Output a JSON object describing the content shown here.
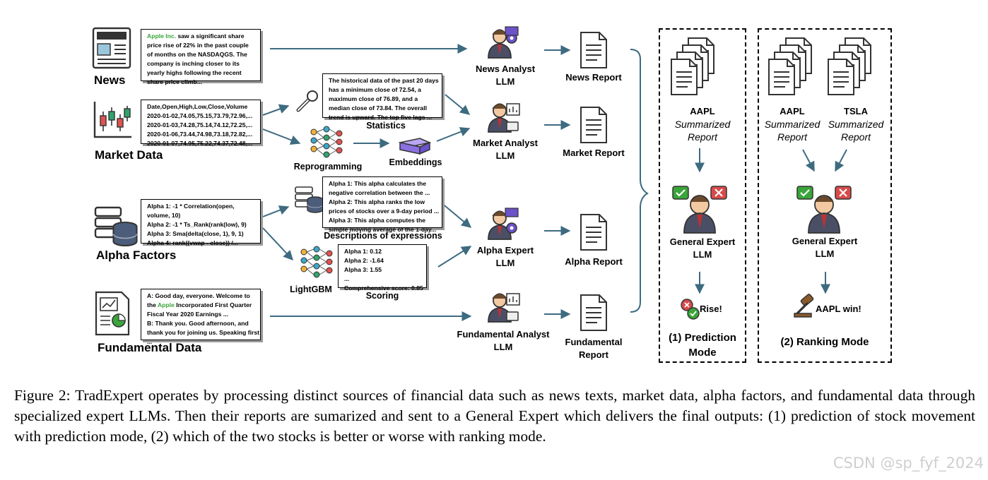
{
  "sources": {
    "news": "News",
    "market": "Market Data",
    "alpha": "Alpha Factors",
    "fundamental": "Fundamental Data"
  },
  "news_box": {
    "company": "Apple Inc.",
    "line1_rest": " saw a significant share",
    "lines": [
      "price rise of 22% in the past couple",
      "of months on the NASDAQGS. The",
      "company is inching closer to its",
      "yearly highs following the recent",
      "share price climb..."
    ]
  },
  "market_box": {
    "lines": [
      "Date,Open,High,Low,Close,Volume",
      "2020-01-02,74.05,75.15,73.79,72.96,...",
      "2020-01-03,74.28,75.14,74.12,72.25,...",
      "2020-01-06,73.44,74.98,73.18,72.82,...",
      "2020-01-07,74.95,75.22,74.37,72.48,..."
    ]
  },
  "alpha_box": {
    "lines": [
      "Alpha 1: -1 * Correlation(open,",
      "volume, 10)",
      "Alpha 2: -1 * Ts_Rank(rank(low), 9)",
      "Alpha 3: Sma(delta(close, 1), 9, 1)",
      "Alpha 4: rank((vwap - close)) /..."
    ]
  },
  "fundamental_box": {
    "line1": "A: Good day, everyone. Welcome to",
    "line2_pre": "the ",
    "line2_company": "Apple",
    "line2_post": " Incorporated First Quarter",
    "lines": [
      "Fiscal Year 2020 Earnings ...",
      "B: Thank you. Good afternoon, and",
      "thank you for joining us. Speaking first",
      "..."
    ]
  },
  "statistics_box": {
    "lines": [
      "The historical data of the past 20 days",
      "has a minimum close of 72.54, a",
      "maximum close of 76.89, and a",
      "median close of 73.84. The overall",
      "trend is upward. The top five lags ..."
    ],
    "caption": "Statistics"
  },
  "descriptions_box": {
    "lines": [
      "Alpha 1: This alpha calculates the",
      "negative correlation between the ...",
      "Alpha 2: This alpha ranks the low",
      "prices of stocks over a 9-day period ...",
      "Alpha 3: This alpha computes the",
      "simple moving average of the 1-day..."
    ],
    "caption": "Descriptions of expressions"
  },
  "scoring_box": {
    "lines": [
      "Alpha 1: 0.12",
      "Alpha 2: -1.64",
      "Alpha 3: 1.55",
      "...",
      "Comprehensive score: 0.85"
    ],
    "caption": "Scoring"
  },
  "tools": {
    "reprogramming": "Reprogramming",
    "embeddings": "Embeddings",
    "lightgbm": "LightGBM"
  },
  "analysts": {
    "news": [
      "News Analyst",
      "LLM"
    ],
    "market": [
      "Market Analyst",
      "LLM"
    ],
    "alpha": [
      "Alpha Expert",
      "LLM"
    ],
    "fundamental": [
      "Fundamental Analyst",
      "LLM"
    ]
  },
  "reports": {
    "news": "News Report",
    "market": "Market Report",
    "alpha": "Alpha Report",
    "fundamental": [
      "Fundamental",
      "Report"
    ]
  },
  "prediction_mode": {
    "ticker": "AAPL",
    "summarized": "Summarized",
    "report": "Report",
    "expert": [
      "General Expert",
      "LLM"
    ],
    "result": "Rise!",
    "title": [
      "(1) Prediction",
      "Mode"
    ]
  },
  "ranking_mode": {
    "ticker1": "AAPL",
    "ticker2": "TSLA",
    "summarized": "Summarized",
    "report": "Report",
    "expert": [
      "General Expert",
      "LLM"
    ],
    "result": "AAPL win!",
    "title": "(2) Ranking Mode"
  },
  "caption": "Figure 2: TradExpert operates by processing distinct sources of financial data such as news texts, market data, alpha factors, and fundamental data through specialized expert LLMs. Then their reports are sumarized and sent to a General Expert which delivers the final outputs: (1) prediction of stock movement with prediction mode, (2) which of the two stocks is better or worse with ranking mode.",
  "watermark": "CSDN @sp_fyf_2024",
  "colors": {
    "arrow": "#3d6b80",
    "green": "#3aa53a",
    "accent_purple": "#6b52c9",
    "red_badge": "#d94a4a"
  }
}
